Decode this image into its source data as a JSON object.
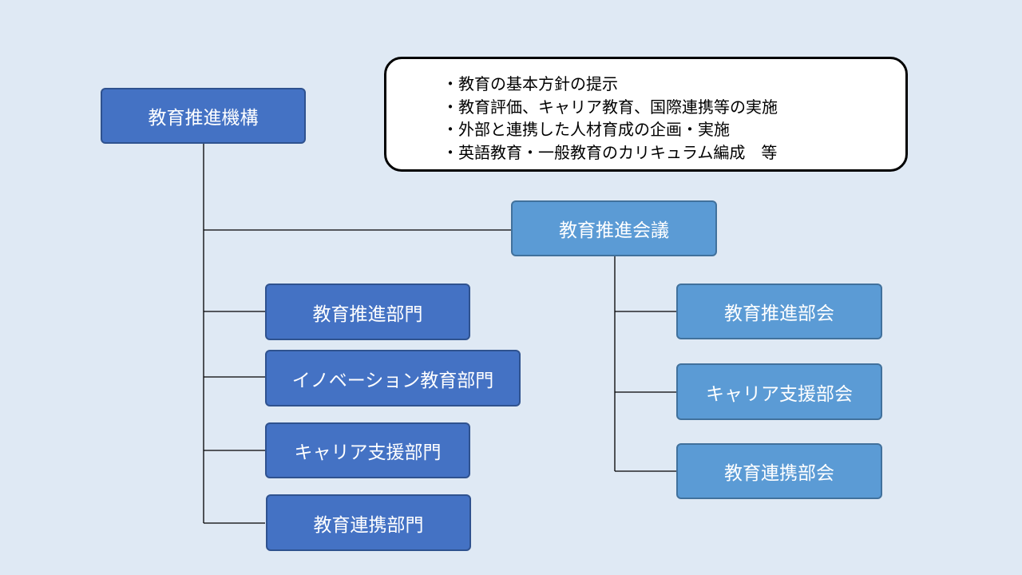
{
  "diagram": {
    "root": {
      "label": "教育推進機構"
    },
    "council": {
      "label": "教育推進会議"
    },
    "divisions": [
      {
        "label": "教育推進部門"
      },
      {
        "label": "イノベーション教育部門"
      },
      {
        "label": "キャリア支援部門"
      },
      {
        "label": "教育連携部門"
      }
    ],
    "committees": [
      {
        "label": "教育推進部会"
      },
      {
        "label": "キャリア支援部会"
      },
      {
        "label": "教育連携部会"
      }
    ],
    "callout": {
      "lines": [
        "・教育の基本方針の提示",
        "・教育評価、キャリア教育、国際連携等の実施",
        "・外部と連携した人材育成の企画・実施",
        "・英語教育・一般教育のカリキュラム編成　等"
      ]
    },
    "colors": {
      "background": "#dfe9f4",
      "dark_box": "#4472c4",
      "light_box": "#5b9bd5",
      "connector": "#000000"
    }
  }
}
